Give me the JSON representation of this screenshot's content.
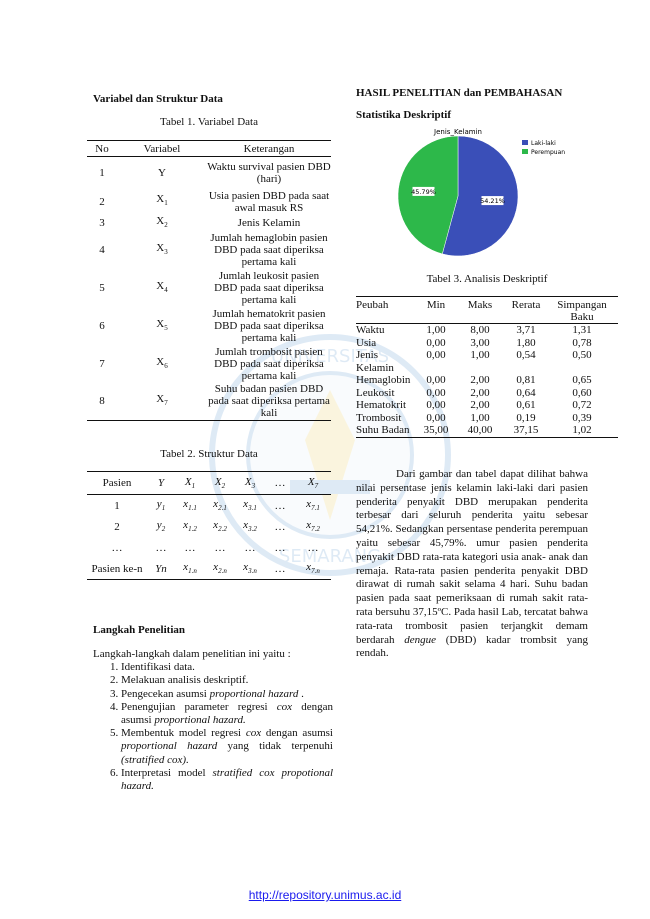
{
  "left": {
    "heading1": "Variabel dan Struktur Data",
    "table1": {
      "caption": "Tabel 1. Variabel Data",
      "headers": [
        "No",
        "Variabel",
        "Keterangan"
      ],
      "rows": [
        {
          "no": "1",
          "var": "Y",
          "sub": "",
          "desc": "Waktu survival pasien DBD (hari)"
        },
        {
          "no": "2",
          "var": "X",
          "sub": "1",
          "desc": "Usia pasien DBD pada saat awal masuk RS"
        },
        {
          "no": "3",
          "var": "X",
          "sub": "2",
          "desc": "Jenis Kelamin"
        },
        {
          "no": "4",
          "var": "X",
          "sub": "3",
          "desc": "Jumlah hemaglobin pasien DBD pada saat diperiksa pertama kali"
        },
        {
          "no": "5",
          "var": "X",
          "sub": "4",
          "desc": "Jumlah leukosit pasien DBD pada saat diperiksa pertama kali"
        },
        {
          "no": "6",
          "var": "X",
          "sub": "5",
          "desc": "Jumlah hematokrit pasien DBD pada saat diperiksa pertama kali"
        },
        {
          "no": "7",
          "var": "X",
          "sub": "6",
          "desc": "Jumlah trombosit pasien DBD pada saat diperiksa pertama kali"
        },
        {
          "no": "8",
          "var": "X",
          "sub": "7",
          "desc": "Suhu badan pasien DBD pada saat diperiksa pertama kali"
        }
      ]
    },
    "table2": {
      "caption": "Tabel 2. Struktur Data",
      "headers": [
        {
          "t": "Pasien",
          "s": ""
        },
        {
          "t": "Y",
          "s": ""
        },
        {
          "t": "X",
          "s": "1"
        },
        {
          "t": "X",
          "s": "2"
        },
        {
          "t": "X",
          "s": "3"
        },
        {
          "t": "…",
          "s": ""
        },
        {
          "t": "X",
          "s": "7"
        }
      ],
      "rows": [
        [
          {
            "t": "1",
            "s": "",
            "i": false
          },
          {
            "t": "y",
            "s": "1",
            "i": true
          },
          {
            "t": "x",
            "s": "1.1",
            "i": true
          },
          {
            "t": "x",
            "s": "2.1",
            "i": true
          },
          {
            "t": "x",
            "s": "3.1",
            "i": true
          },
          {
            "t": "…",
            "s": "",
            "i": false
          },
          {
            "t": "x",
            "s": "7.1",
            "i": true
          }
        ],
        [
          {
            "t": "2",
            "s": "",
            "i": false
          },
          {
            "t": "y",
            "s": "2",
            "i": true
          },
          {
            "t": "x",
            "s": "1.2",
            "i": true
          },
          {
            "t": "x",
            "s": "2.2",
            "i": true
          },
          {
            "t": "x",
            "s": "3.2",
            "i": true
          },
          {
            "t": "…",
            "s": "",
            "i": false
          },
          {
            "t": "x",
            "s": "7.2",
            "i": true
          }
        ],
        [
          {
            "t": "…",
            "s": "",
            "i": false
          },
          {
            "t": "…",
            "s": "",
            "i": false
          },
          {
            "t": "…",
            "s": "",
            "i": false
          },
          {
            "t": "…",
            "s": "",
            "i": false
          },
          {
            "t": "…",
            "s": "",
            "i": false
          },
          {
            "t": "…",
            "s": "",
            "i": false
          },
          {
            "t": "…",
            "s": "",
            "i": false
          }
        ],
        [
          {
            "t": "Pasien ke-n",
            "s": "",
            "i": false
          },
          {
            "t": "Yn",
            "s": "",
            "i": true
          },
          {
            "t": "x",
            "s": "1.n",
            "i": true
          },
          {
            "t": "x",
            "s": "2.n",
            "i": true
          },
          {
            "t": "x",
            "s": "3.n",
            "i": true
          },
          {
            "t": "…",
            "s": "",
            "i": false
          },
          {
            "t": "x",
            "s": "7.n",
            "i": true
          }
        ]
      ]
    },
    "heading2": "Langkah Penelitian",
    "steps_intro": "Langkah-langkah dalam penelitian ini yaitu :",
    "steps": [
      [
        {
          "t": "Identifikasi data.",
          "i": false
        }
      ],
      [
        {
          "t": "Melakuan analisis deskriptif.",
          "i": false
        }
      ],
      [
        {
          "t": "Pengecekan asumsi ",
          "i": false
        },
        {
          "t": "proportional hazard",
          "i": true
        },
        {
          "t": " .",
          "i": false
        }
      ],
      [
        {
          "t": "Penengujian parameter regresi ",
          "i": false
        },
        {
          "t": "cox",
          "i": true
        },
        {
          "t": " dengan asumsi ",
          "i": false
        },
        {
          "t": "proportional hazard.",
          "i": true
        }
      ],
      [
        {
          "t": "Membentuk model regresi ",
          "i": false
        },
        {
          "t": "cox",
          "i": true
        },
        {
          "t": " dengan asumsi ",
          "i": false
        },
        {
          "t": "proportional hazard",
          "i": true
        },
        {
          "t": " yang tidak terpenuhi ",
          "i": false
        },
        {
          "t": "(stratified cox).",
          "i": true
        }
      ],
      [
        {
          "t": "Interpretasi model ",
          "i": false
        },
        {
          "t": "stratified cox propotional hazard.",
          "i": true
        }
      ]
    ]
  },
  "right": {
    "heading1": "HASIL PENELITIAN dan PEMBAHASAN",
    "heading2": "Statistika Deskriptif",
    "chart_data": {
      "type": "pie",
      "title": "Jenis_Kelamin",
      "categories": [
        "Laki-laki",
        "Perempuan"
      ],
      "values": [
        54.21,
        45.79
      ],
      "labels": [
        "54.21%",
        "45.79%"
      ],
      "colors": [
        "#3a4fb8",
        "#2db84a"
      ],
      "legend": "top-right"
    },
    "table3": {
      "caption": "Tabel 3. Analisis Deskriptif",
      "headers": [
        "Peubah",
        "Min",
        "Maks",
        "Rerata",
        "Simpangan Baku"
      ],
      "rows": [
        [
          "Waktu",
          "1,00",
          "8,00",
          "3,71",
          "1,31"
        ],
        [
          "Usia",
          "0,00",
          "3,00",
          "1,80",
          "0,78"
        ],
        [
          "Jenis Kelamin",
          "0,00",
          "1,00",
          "0,54",
          "0,50"
        ],
        [
          "Hemaglobin",
          "0,00",
          "2,00",
          "0,81",
          "0,65"
        ],
        [
          "Leukosit",
          "0,00",
          "2,00",
          "0,64",
          "0,60"
        ],
        [
          "Hematokrit",
          "0,00",
          "2,00",
          "0,61",
          "0,72"
        ],
        [
          "Trombosit",
          "0,00",
          "1,00",
          "0,19",
          "0,39"
        ],
        [
          "Suhu Badan",
          "35,00",
          "40,00",
          "37,15",
          "1,02"
        ]
      ]
    },
    "paragraph_parts": [
      {
        "t": "Dari gambar dan tabel dapat dilihat bahwa nilai persentase jenis kelamin laki-laki dari pasien penderita penyakit DBD merupakan penderita terbesar dari seluruh penderita yaitu sebesar 54,21%. Sedangkan persentase penderita perempuan yaitu sebesar 45,79%. umur pasien penderita penyakit DBD rata-rata kategori usia anak- anak dan remaja. Rata-rata pasien penderita penyakit DBD dirawat di rumah sakit selama 4 hari. Suhu badan pasien pada saat pemeriksaan di rumah sakit rata-rata bersuhu 37,15ºC. Pada hasil Lab, tercatat bahwa rata-rata trombosit pasien terjangkit demam berdarah ",
        "i": false
      },
      {
        "t": "dengue",
        "i": true
      },
      {
        "t": " (DBD) kadar trombsit yang rendah.",
        "i": false
      }
    ]
  },
  "footer": {
    "link": "http://repository.unimus.ac.id"
  }
}
